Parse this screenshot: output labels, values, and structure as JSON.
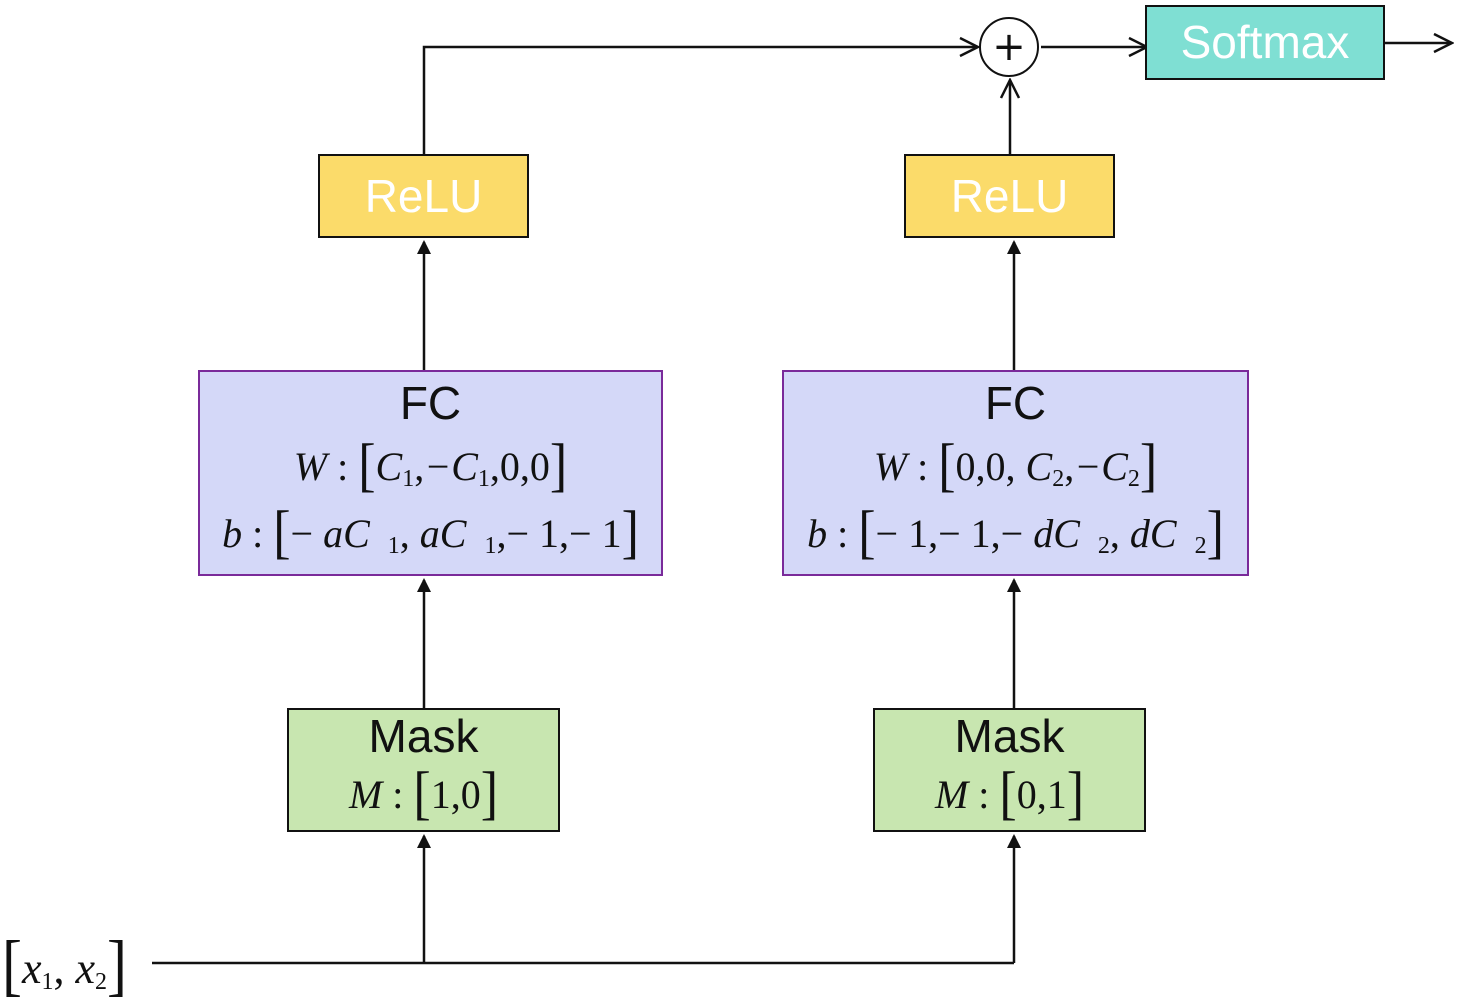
{
  "nodes": {
    "relu_left": {
      "label": "ReLU"
    },
    "relu_right": {
      "label": "ReLU"
    },
    "fc_left": {
      "title": "FC",
      "w_label": "W",
      "w_c1": "C",
      "w_c1_sub": "1",
      "w_negc1": "−C",
      "w_negc1_sub": "1",
      "w_tail": ",0,0",
      "b_label": "b",
      "b_neg": "− ",
      "b_ac_a": "aC",
      "b_ac_a_sub": "1",
      "b_ac_b": "aC",
      "b_ac_b_sub": "1",
      "b_tail": ",− 1,− 1"
    },
    "fc_right": {
      "title": "FC",
      "w_label": "W",
      "w_head": "0,0, ",
      "w_c2": "C",
      "w_c2_sub": "2",
      "w_negc2": "−C",
      "w_negc2_sub": "2",
      "b_label": "b",
      "b_head": "− 1,− 1,− ",
      "b_dc_a": "dC",
      "b_dc_a_sub": "2",
      "b_dc_b": "dC",
      "b_dc_b_sub": "2"
    },
    "mask_left": {
      "title": "Mask",
      "m_label": "M",
      "m_value": "1,0"
    },
    "mask_right": {
      "title": "Mask",
      "m_label": "M",
      "m_value": "0,1"
    },
    "sum": {
      "symbol": "+"
    },
    "softmax": {
      "label": "Softmax"
    }
  },
  "input": {
    "x1": "x",
    "x1_sub": "1",
    "x2": "x",
    "x2_sub": "2"
  },
  "colors": {
    "relu": "#fbdb6a",
    "fc": "#d4d8f8",
    "fc_border": "#7a2a9a",
    "mask": "#c8e6b0",
    "softmax": "#7fdfd3"
  }
}
